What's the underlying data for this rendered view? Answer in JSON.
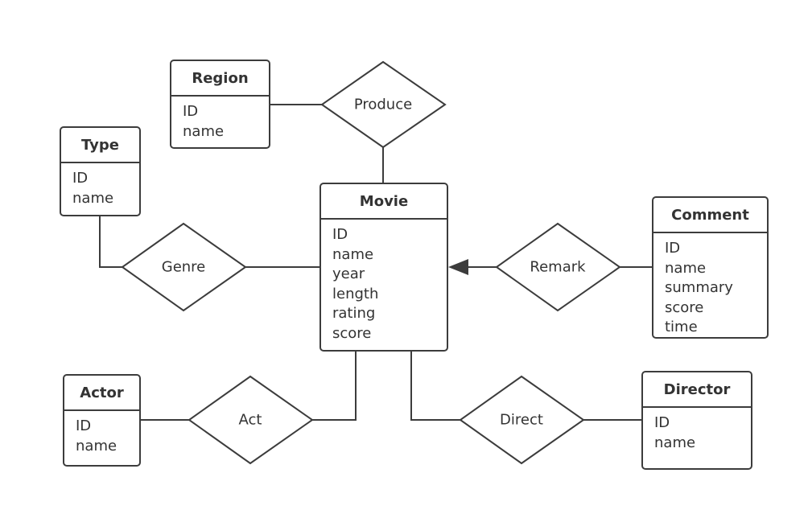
{
  "colors": {
    "stroke": "#3c3c3c",
    "text": "#333333",
    "background": "#ffffff"
  },
  "entities": {
    "region": {
      "title": "Region",
      "attributes": [
        "ID",
        "name"
      ]
    },
    "type": {
      "title": "Type",
      "attributes": [
        "ID",
        "name"
      ]
    },
    "movie": {
      "title": "Movie",
      "attributes": [
        "ID",
        "name",
        "year",
        "length",
        "rating",
        "score"
      ]
    },
    "comment": {
      "title": "Comment",
      "attributes": [
        "ID",
        "name",
        "summary",
        "score",
        "time"
      ]
    },
    "actor": {
      "title": "Actor",
      "attributes": [
        "ID",
        "name"
      ]
    },
    "director": {
      "title": "Director",
      "attributes": [
        "ID",
        "name"
      ]
    }
  },
  "relationships": {
    "produce": {
      "label": "Produce"
    },
    "genre": {
      "label": "Genre"
    },
    "remark": {
      "label": "Remark"
    },
    "act": {
      "label": "Act"
    },
    "direct": {
      "label": "Direct"
    }
  }
}
